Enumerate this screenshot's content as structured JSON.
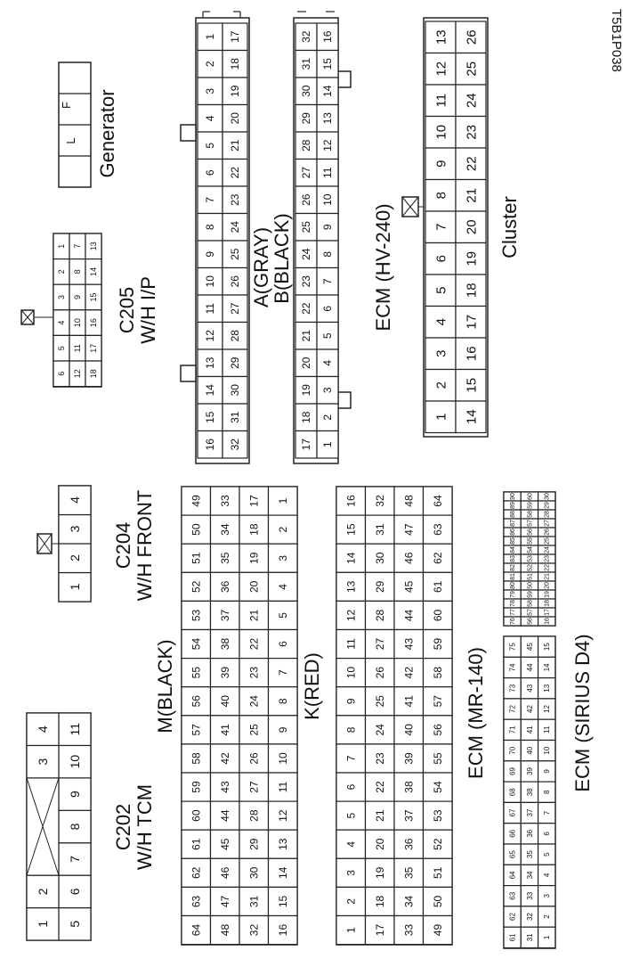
{
  "figure_id": "T5B1P038",
  "labels": {
    "generator": "Generator",
    "c205_name": "C205",
    "c205_desc": "W/H I/P",
    "a_gray": "A(GRAY)",
    "b_black": "B(BLACK)",
    "ecm_hv240": "ECM (HV-240)",
    "cluster": "Cluster",
    "c204_name": "C204",
    "c204_desc": "W/H FRONT",
    "c202_name": "C202",
    "c202_desc": "W/H TCM",
    "m_black": "M(BLACK)",
    "k_red": "K(RED)",
    "ecm_mr140": "ECM (MR-140)",
    "ecm_sirius": "ECM (SIRIUS D4)"
  },
  "connectors": {
    "generator": {
      "pins": [
        "L",
        "F"
      ]
    },
    "c205": {
      "rows": [
        [
          "1",
          "2",
          "3",
          "4",
          "5",
          "6"
        ],
        [
          "7",
          "8",
          "9",
          "10",
          "11",
          "12"
        ],
        [
          "13",
          "14",
          "15",
          "16",
          "17",
          "18"
        ]
      ]
    },
    "c204": {
      "pins": [
        "1",
        "2",
        "3",
        "4"
      ]
    },
    "c202": {
      "top": [
        "1",
        "2",
        "",
        "3",
        "4"
      ],
      "bottom": [
        "5",
        "6",
        "7",
        "8",
        "9",
        "10",
        "11"
      ]
    },
    "a_gray": {
      "rows": [
        [
          "1",
          "2",
          "3",
          "4",
          "5",
          "6",
          "7",
          "8",
          "9",
          "10",
          "11",
          "12",
          "13",
          "14",
          "15",
          "16"
        ],
        [
          "17",
          "18",
          "19",
          "20",
          "21",
          "22",
          "23",
          "24",
          "25",
          "26",
          "27",
          "28",
          "29",
          "30",
          "31",
          "32"
        ]
      ]
    },
    "b_black": {
      "rows": [
        [
          "32",
          "31",
          "30",
          "29",
          "28",
          "27",
          "26",
          "25",
          "24",
          "23",
          "22",
          "21",
          "20",
          "19",
          "18",
          "17"
        ],
        [
          "16",
          "15",
          "14",
          "13",
          "12",
          "11",
          "10",
          "9",
          "8",
          "7",
          "6",
          "5",
          "4",
          "3",
          "2",
          "1"
        ]
      ]
    },
    "cluster": {
      "rows": [
        [
          "13",
          "12",
          "11",
          "10",
          "9",
          "8",
          "7",
          "6",
          "5",
          "4",
          "3",
          "2",
          "1"
        ],
        [
          "26",
          "25",
          "24",
          "23",
          "22",
          "21",
          "20",
          "19",
          "18",
          "17",
          "16",
          "15",
          "14"
        ]
      ]
    },
    "m_black": {
      "rows": [
        [
          "49",
          "50",
          "51",
          "52",
          "53",
          "54",
          "55",
          "56",
          "57",
          "58",
          "59",
          "60",
          "61",
          "62",
          "63",
          "64"
        ],
        [
          "33",
          "34",
          "35",
          "36",
          "37",
          "38",
          "39",
          "40",
          "41",
          "42",
          "43",
          "44",
          "45",
          "46",
          "47",
          "48"
        ],
        [
          "17",
          "18",
          "19",
          "20",
          "21",
          "22",
          "23",
          "24",
          "25",
          "26",
          "27",
          "28",
          "29",
          "30",
          "31",
          "32"
        ],
        [
          "1",
          "2",
          "3",
          "4",
          "5",
          "6",
          "7",
          "8",
          "9",
          "10",
          "11",
          "12",
          "13",
          "14",
          "15",
          "16"
        ]
      ]
    },
    "k_red": {
      "rows": [
        [
          "16",
          "15",
          "14",
          "13",
          "12",
          "11",
          "10",
          "9",
          "8",
          "7",
          "6",
          "5",
          "4",
          "3",
          "2",
          "1"
        ],
        [
          "32",
          "31",
          "30",
          "29",
          "28",
          "27",
          "26",
          "25",
          "24",
          "23",
          "22",
          "21",
          "20",
          "19",
          "18",
          "17"
        ],
        [
          "48",
          "47",
          "46",
          "45",
          "44",
          "43",
          "42",
          "41",
          "40",
          "39",
          "38",
          "37",
          "36",
          "35",
          "34",
          "33"
        ],
        [
          "64",
          "63",
          "62",
          "61",
          "60",
          "59",
          "58",
          "57",
          "56",
          "55",
          "54",
          "53",
          "52",
          "51",
          "50",
          "49"
        ]
      ]
    },
    "sirius_a": {
      "rows": [
        [
          "90",
          "89",
          "88",
          "87",
          "86",
          "85",
          "84",
          "83",
          "82",
          "81",
          "80",
          "79",
          "78",
          "77",
          "76"
        ],
        [
          "60",
          "59",
          "58",
          "57",
          "56",
          "55",
          "54",
          "53",
          "52",
          "51",
          "50",
          "59",
          "58",
          "57",
          "56"
        ],
        [
          "30",
          "29",
          "28",
          "27",
          "26",
          "25",
          "24",
          "23",
          "22",
          "21",
          "20",
          "19",
          "18",
          "17",
          "16"
        ]
      ]
    },
    "sirius_b": {
      "rows": [
        [
          "75",
          "74",
          "73",
          "72",
          "71",
          "70",
          "69",
          "68",
          "67",
          "66",
          "65",
          "64",
          "63",
          "62",
          "61"
        ],
        [
          "45",
          "44",
          "43",
          "42",
          "41",
          "40",
          "39",
          "38",
          "37",
          "36",
          "35",
          "34",
          "33",
          "32",
          "31"
        ],
        [
          "15",
          "14",
          "13",
          "12",
          "11",
          "10",
          "9",
          "8",
          "7",
          "6",
          "5",
          "4",
          "3",
          "2",
          "1"
        ]
      ]
    }
  }
}
